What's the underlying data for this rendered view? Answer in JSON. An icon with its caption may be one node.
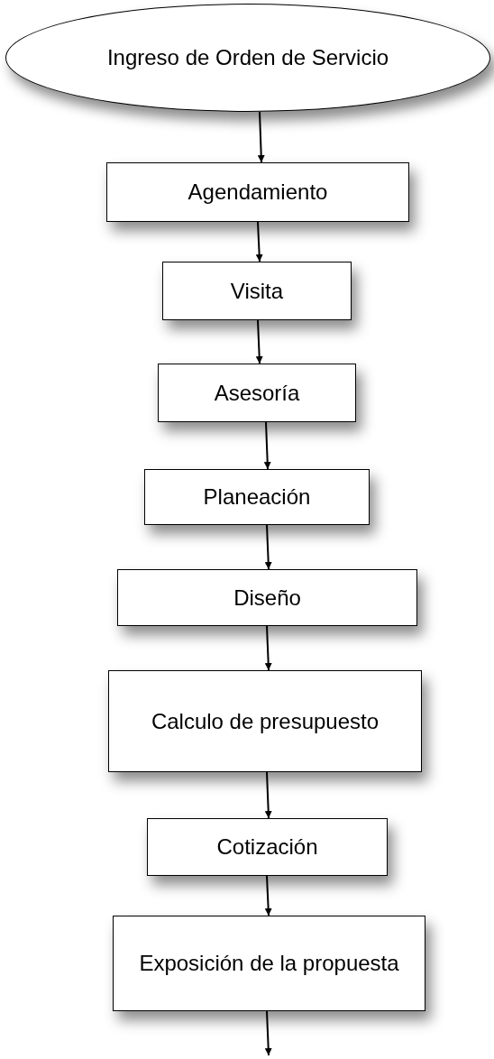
{
  "diagram": {
    "nodes": [
      {
        "text": [
          "Ingreso de Orden de Servicio"
        ]
      },
      {
        "text": [
          "Agendamiento"
        ]
      },
      {
        "text": [
          "Visita"
        ]
      },
      {
        "text": [
          "Asesoría"
        ]
      },
      {
        "text": [
          "Planeación"
        ]
      },
      {
        "text": [
          "Diseño"
        ]
      },
      {
        "text": [
          "Calculo de presupuesto"
        ]
      },
      {
        "text": [
          "Cotización"
        ]
      },
      {
        "text": [
          "Exposición de la propuesta"
        ]
      }
    ],
    "edges": [
      {
        "from": 0,
        "to": 1,
        "arrow": "to"
      },
      {
        "from": 1,
        "to": 2,
        "arrow": "to"
      },
      {
        "from": 2,
        "to": 3,
        "arrow": "to"
      },
      {
        "from": 3,
        "to": 4,
        "arrow": "to"
      },
      {
        "from": 4,
        "to": 5,
        "arrow": "to"
      },
      {
        "from": 5,
        "to": 6,
        "arrow": "to"
      },
      {
        "from": 6,
        "to": 7,
        "arrow": "to"
      },
      {
        "from": 7,
        "to": 8,
        "arrow": "to"
      },
      {
        "from": 8,
        "to": null,
        "arrow": "to"
      }
    ]
  }
}
